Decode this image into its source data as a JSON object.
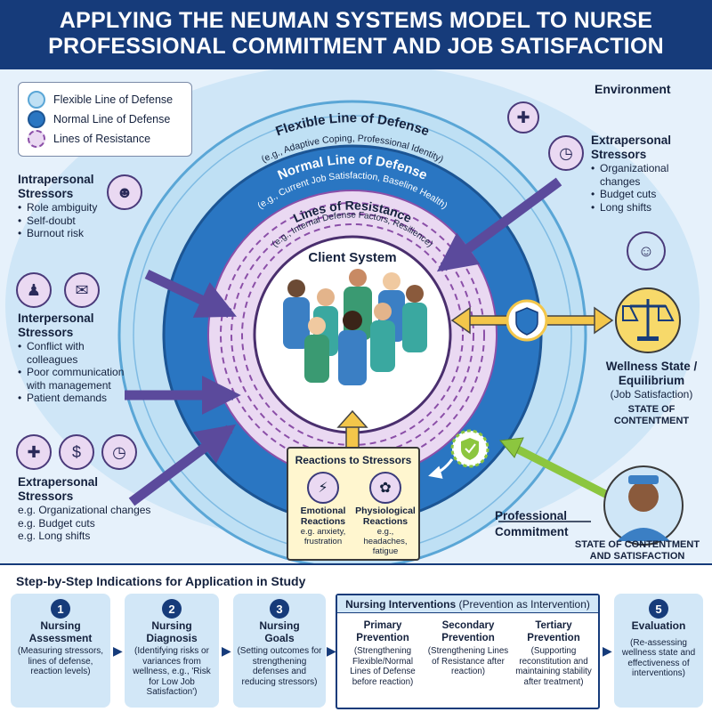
{
  "title_line1": "APPLYING THE NEUMAN SYSTEMS MODEL TO NURSE",
  "title_line2": "PROFESSIONAL COMMITMENT AND JOB SATISFACTION",
  "legend": {
    "flexible": "Flexible Line of Defense",
    "normal": "Normal Line of Defense",
    "resistance": "Lines of Resistance"
  },
  "environment_label": "Environment",
  "rings": {
    "flexible_title": "Flexible Line of Defense",
    "flexible_sub": "(e.g., Adaptive Coping, Professional Identity)",
    "normal_title": "Normal Line of Defense",
    "normal_sub": "(e.g., Current Job Satisfaction, Baseline Health)",
    "resistance_title": "Lines of Resistance",
    "resistance_sub": "(e.g., Internal Defense Factors, Resilience)",
    "client_title": "Client System"
  },
  "intrapersonal": {
    "title_1": "Intrapersonal",
    "title_2": "Stressors",
    "items": [
      "Role ambiguity",
      "Self-doubt",
      "Burnout risk"
    ]
  },
  "interpersonal": {
    "title_1": "Interpersonal",
    "title_2": "Stressors",
    "items": [
      "Conflict with colleagues",
      "Poor communication with management",
      "Patient demands"
    ]
  },
  "extrapersonal_left": {
    "title_1": "Extrapersonal",
    "title_2": "Stressors",
    "items": [
      "e.g. Organizational changes",
      "e.g. Budget cuts",
      "e.g. Long shifts"
    ]
  },
  "extrapersonal_right": {
    "title_1": "Extrapersonal",
    "title_2": "Stressors",
    "items": [
      "Organizational changes",
      "Budget cuts",
      "Long shifts"
    ]
  },
  "wellness": {
    "title_1": "Wellness State /",
    "title_2": "Equilibrium",
    "sub": "(Job Satisfaction)",
    "state_1": "STATE OF",
    "state_2": "CONTENTMENT"
  },
  "professional_commitment_1": "Professional",
  "professional_commitment_2": "Commitment",
  "contentment_1": "STATE OF CONTENTMENT",
  "contentment_2": "AND SATISFACTION",
  "reactions": {
    "title": "Reactions to Stressors",
    "emotional_1": "Emotional",
    "emotional_2": "Reactions",
    "emotional_sub_1": "e.g. anxiety,",
    "emotional_sub_2": "frustration",
    "physio_1": "Physiological",
    "physio_2": "Reactions",
    "physio_sub_1": "e.g., headaches,",
    "physio_sub_2": "fatigue"
  },
  "steps_title": "Step-by-Step Indications for Application in Study",
  "steps": [
    {
      "num": "1",
      "title_1": "Nursing",
      "title_2": "Assessment",
      "desc": "(Measuring stressors, lines of defense, reaction levels)"
    },
    {
      "num": "2",
      "title_1": "Nursing",
      "title_2": "Diagnosis",
      "desc": "(Identifying risks or variances from wellness, e.g., 'Risk for Low Job Satisfaction')"
    },
    {
      "num": "3",
      "title_1": "Nursing",
      "title_2": "Goals",
      "desc": "(Setting outcomes for strengthening defenses and reducing stressors)"
    },
    {
      "num": "5",
      "title_1": "Evaluation",
      "title_2": "",
      "desc": "(Re-assessing wellness state and effectiveness of interventions)"
    }
  ],
  "interventions": {
    "head_bold": "Nursing Interventions",
    "head_rest": " (Prevention as Intervention)",
    "items": [
      {
        "title_1": "Primary",
        "title_2": "Prevention",
        "desc": "(Strengthening Flexible/Normal Lines of Defense before reaction)"
      },
      {
        "title_1": "Secondary",
        "title_2": "Prevention",
        "desc": "(Strengthening Lines of Resistance after reaction)"
      },
      {
        "title_1": "Tertiary",
        "title_2": "Prevention",
        "desc": "(Supporting reconstitution and maintaining stability after treatment)"
      }
    ]
  },
  "colors": {
    "banner": "#163b7a",
    "flexible": "#bfe0f4",
    "normal": "#2a76c2",
    "resistance": "#ead9f2",
    "arrow_purple": "#5b4a9c",
    "arrow_yellow": "#f3c64a",
    "arrow_green": "#8cc63f"
  }
}
